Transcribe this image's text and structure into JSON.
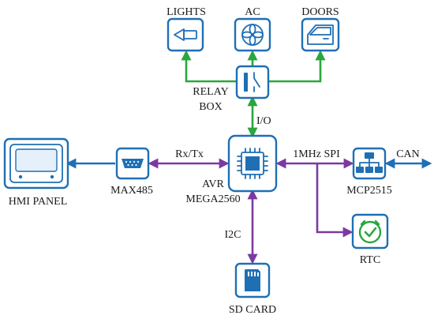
{
  "labels": {
    "lights": "LIGHTS",
    "ac": "AC",
    "doors": "DOORS",
    "relay_line1": "RELAY",
    "relay_line2": "BOX",
    "io": "I/O",
    "hmi_panel": "HMI PANEL",
    "max485": "MAX485",
    "rxtx": "Rx/Tx",
    "avr_line1": "AVR",
    "avr_line2": "MEGA2560",
    "spi": "1MHz SPI",
    "mcp2515": "MCP2515",
    "can": "CAN",
    "i2c": "I2C",
    "sd_card": "SD CARD",
    "rtc": "RTC"
  },
  "colors": {
    "box_outline": "#1f6fb5",
    "relay_link": "#2aa63d",
    "bus_link": "#7b3aa0",
    "serial_link": "#1f6fb5",
    "rtc_accent": "#2aa63d"
  },
  "icons": {
    "lights": "light-bulb-icon",
    "ac": "fan-icon",
    "doors": "car-door-icon",
    "relay": "relay-switch-icon",
    "hmi": "display-panel-icon",
    "max485": "serial-port-icon",
    "avr": "microchip-icon",
    "mcp2515": "network-icon",
    "sd_card": "sd-card-icon",
    "rtc": "clock-icon"
  }
}
